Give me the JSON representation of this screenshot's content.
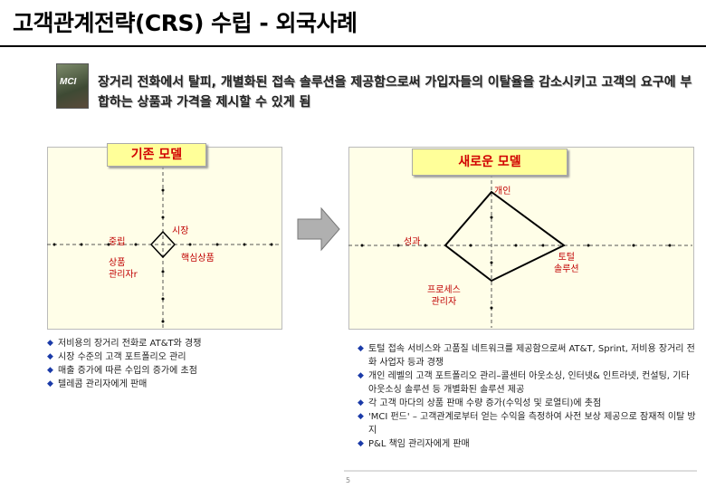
{
  "header": {
    "title": "고객관계전략(CRS) 수립 - 외국사례"
  },
  "photo": {
    "logo_text": "MCI"
  },
  "intro": {
    "text": "장거리 전화에서 탈피, 개별화된 접속 솔루션을 제공함으로써 가입자들의 이탈율을 감소시키고 고객의 요구에 부합하는 상품과 가격을 제시할 수 있게 됨"
  },
  "old_model": {
    "title": "기존 모델",
    "axis_market": "시장",
    "axis_mid": "중립",
    "axis_core": "핵심상품",
    "axis_manager": "상품\n관리자r"
  },
  "new_model": {
    "title": "새로운 모델",
    "axis_individual": "개인",
    "axis_performance": "성과",
    "axis_total": "토털\n솔루션",
    "axis_process": "프로세스\n관리자"
  },
  "old_bullets": [
    "저비용의 장거리 전화로 AT&T와 경쟁",
    "시장 수준의 고객 포트폴리오 관리",
    "매출 증가에 따른 수입의 증가에 초점",
    "텔레콤 관리자에게 판매"
  ],
  "new_bullets": [
    "토털 접속 서비스와 고품질 네트워크를 제공함으로써 AT&T, Sprint, 저비용 장거리 전화 사업자 등과 경쟁",
    "개인 레벨의 고객 포트폴리오 관리–콜센터 아웃소싱, 인터넷& 인트라넷, 컨설팅, 기타 아웃소싱 솔루션 등 개별화된 솔루션 제공",
    "각 고객 마다의 상품 판매 수량 증가(수익성 및 로열티)에 촛점",
    "'MCI 펀드' – 고객관계로부터 얻는 수익을 측정하여 사전 보상 제공으로 잠재적 이탈 방지",
    "P&L 책임 관리자에게 판매"
  ],
  "footer": {
    "page": "5"
  },
  "colors": {
    "label_red": "#c00000",
    "title_red": "#d10000",
    "panel_bg": "#fffee8",
    "bullet_blue": "#1a3aa8"
  }
}
